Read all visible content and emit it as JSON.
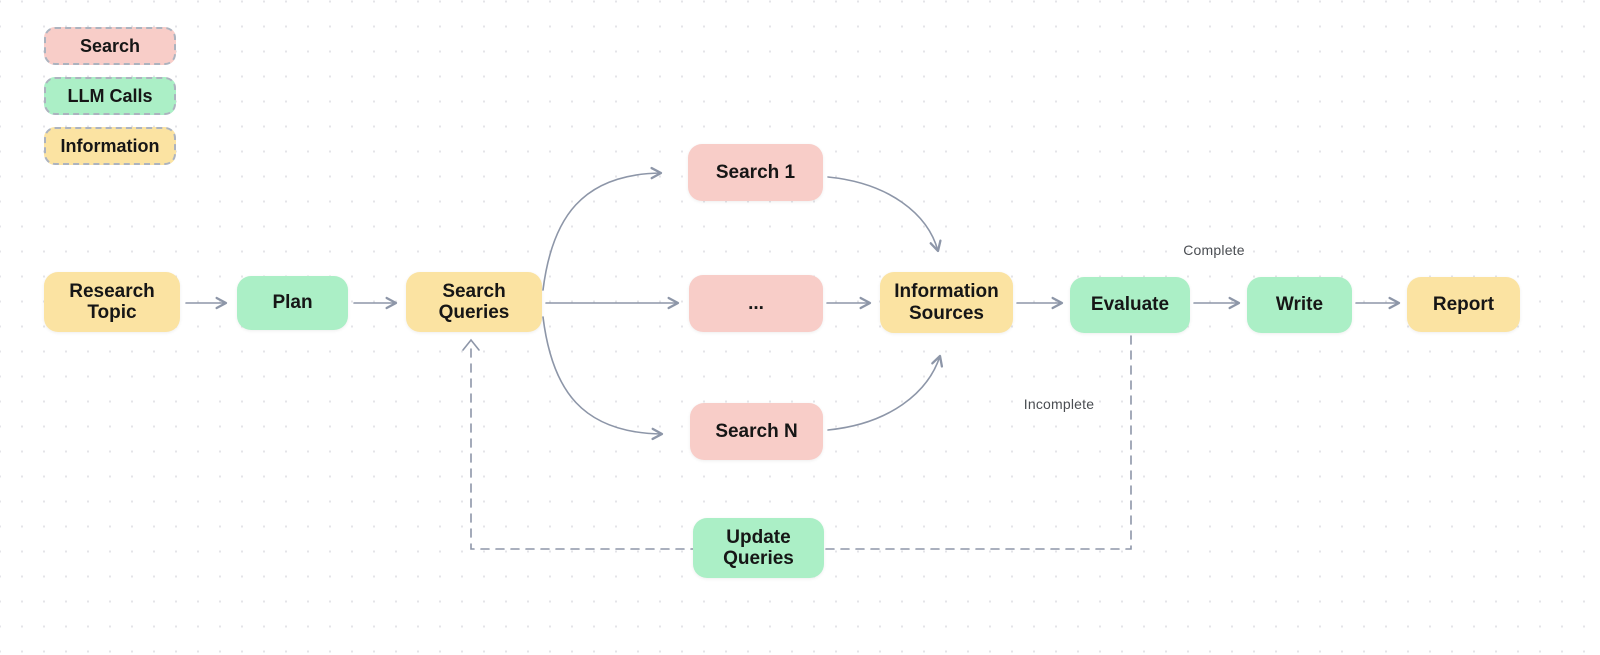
{
  "diagram": {
    "title_implicit": "Deep research agent workflow",
    "colors": {
      "search_fill": "#F8CDC8",
      "llm_calls_fill": "#ABEFC6",
      "information_fill": "#FBE3A2",
      "connector": "#8D96A8",
      "node_text": "#161616",
      "edge_label_text": "#4a4d52",
      "background": "#ffffff",
      "grid_dot": "#e4e4e8"
    },
    "legend": {
      "items": [
        {
          "label": "Search",
          "type": "search"
        },
        {
          "label": "LLM Calls",
          "type": "llm"
        },
        {
          "label": "Information",
          "type": "information"
        }
      ]
    },
    "nodes": [
      {
        "id": "research-topic",
        "label": "Research Topic",
        "type": "information"
      },
      {
        "id": "plan",
        "label": "Plan",
        "type": "llm"
      },
      {
        "id": "search-queries",
        "label": "Search Queries",
        "type": "information"
      },
      {
        "id": "search-1",
        "label": "Search 1",
        "type": "search"
      },
      {
        "id": "search-ellipsis",
        "label": "...",
        "type": "search"
      },
      {
        "id": "search-n",
        "label": "Search N",
        "type": "search"
      },
      {
        "id": "information-sources",
        "label": "Information Sources",
        "type": "information"
      },
      {
        "id": "evaluate",
        "label": "Evaluate",
        "type": "llm"
      },
      {
        "id": "write",
        "label": "Write",
        "type": "llm"
      },
      {
        "id": "report",
        "label": "Report",
        "type": "information"
      },
      {
        "id": "update-queries",
        "label": "Update Queries",
        "type": "llm"
      }
    ],
    "edge_labels": [
      {
        "id": "complete",
        "text": "Complete"
      },
      {
        "id": "incomplete",
        "text": "Incomplete"
      }
    ],
    "edges": [
      "Research Topic -> Plan",
      "Plan -> Search Queries",
      "Search Queries -> Search 1",
      "Search Queries -> ...",
      "Search Queries -> Search N",
      "Search 1 -> Information Sources",
      "... -> Information Sources",
      "Search N -> Information Sources",
      "Information Sources -> Evaluate",
      "Evaluate -> Write (Complete)",
      "Write -> Report",
      "Evaluate -> Update Queries -> Search Queries (Incomplete, dashed)"
    ]
  }
}
